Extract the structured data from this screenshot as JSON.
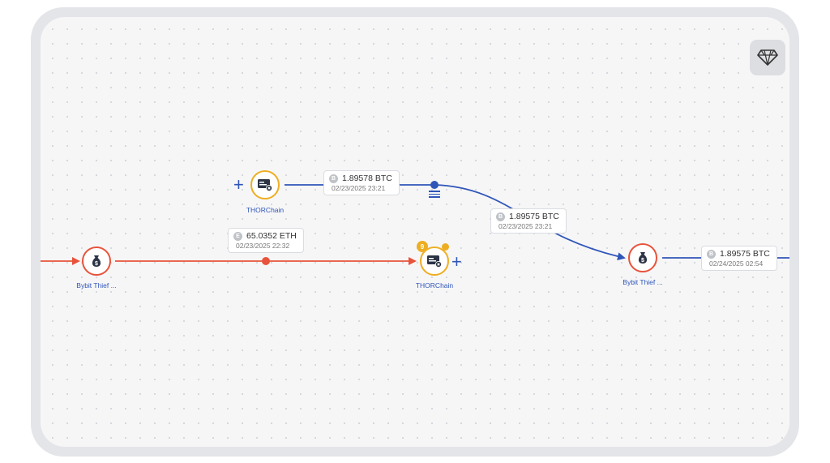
{
  "nodes": {
    "thief1": {
      "label": "Bybit Thief ...",
      "icon": "money-bag-icon"
    },
    "thor_top": {
      "label": "THORChain",
      "icon": "exchange-icon"
    },
    "thor_mid": {
      "label": "THORChain",
      "icon": "exchange-icon",
      "badge": "9"
    },
    "thief2": {
      "label": "Bybit Thief ...",
      "icon": "money-bag-icon"
    }
  },
  "transactions": [
    {
      "amount": "1.89578 BTC",
      "date": "02/23/2025 23:21",
      "coin": "B"
    },
    {
      "amount": "65.0352 ETH",
      "date": "02/23/2025 22:32",
      "coin": "E"
    },
    {
      "amount": "1.89575 BTC",
      "date": "02/23/2025 23:21",
      "coin": "B"
    },
    {
      "amount": "1.89575 BTC",
      "date": "02/24/2025 02:54",
      "coin": "B"
    }
  ],
  "colors": {
    "red_flow": "#e8533b",
    "blue_flow": "#2f55b8",
    "exchange": "#eeae22",
    "thief": "#e8533b"
  }
}
